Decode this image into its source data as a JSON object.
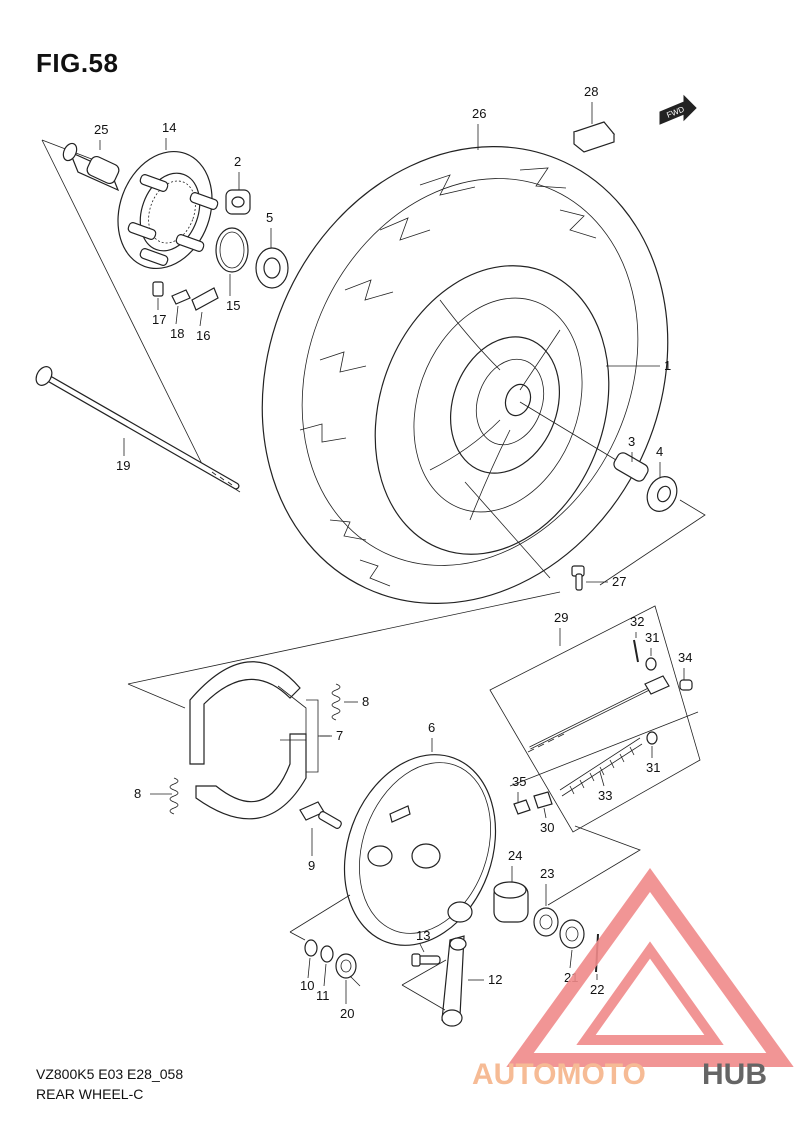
{
  "figure": {
    "title": "FIG.58",
    "model_code": "VZ800K5 E03 E28_058",
    "section_name": "REAR WHEEL-C",
    "direction_tag": "FWD"
  },
  "watermark": {
    "brand_part1": "AUTOMOTO",
    "brand_part2": "HUB",
    "color_primary": "#f08a8a",
    "color_secondary": "#f6b48a",
    "color_dark": "#555555"
  },
  "callouts": [
    "1",
    "2",
    "3",
    "4",
    "5",
    "6",
    "7",
    "8",
    "8",
    "9",
    "10",
    "11",
    "12",
    "13",
    "14",
    "15",
    "16",
    "17",
    "18",
    "19",
    "20",
    "21",
    "22",
    "23",
    "24",
    "25",
    "26",
    "27",
    "28",
    "29",
    "30",
    "31",
    "31",
    "32",
    "33",
    "34",
    "35"
  ]
}
